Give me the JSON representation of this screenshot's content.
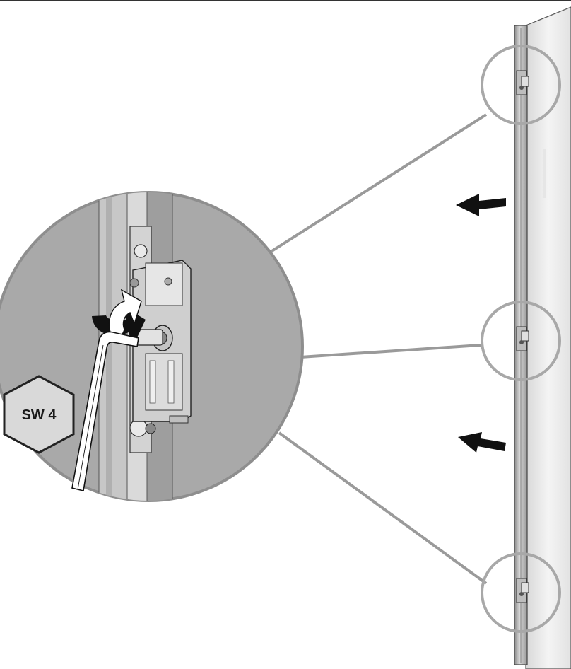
{
  "diagram": {
    "wrench_size_label": "SW 4",
    "detail_markers": [
      "top-hinge",
      "middle-hinge",
      "bottom-hinge"
    ],
    "push_arrows": 2,
    "colors": {
      "line": "#9a9a9a",
      "circle_fill": "#aaaaaa",
      "door_edge": "#c9c9c9",
      "arrow": "#111111",
      "hex_fill": "#d9d9d9",
      "hex_stroke": "#222222"
    }
  }
}
